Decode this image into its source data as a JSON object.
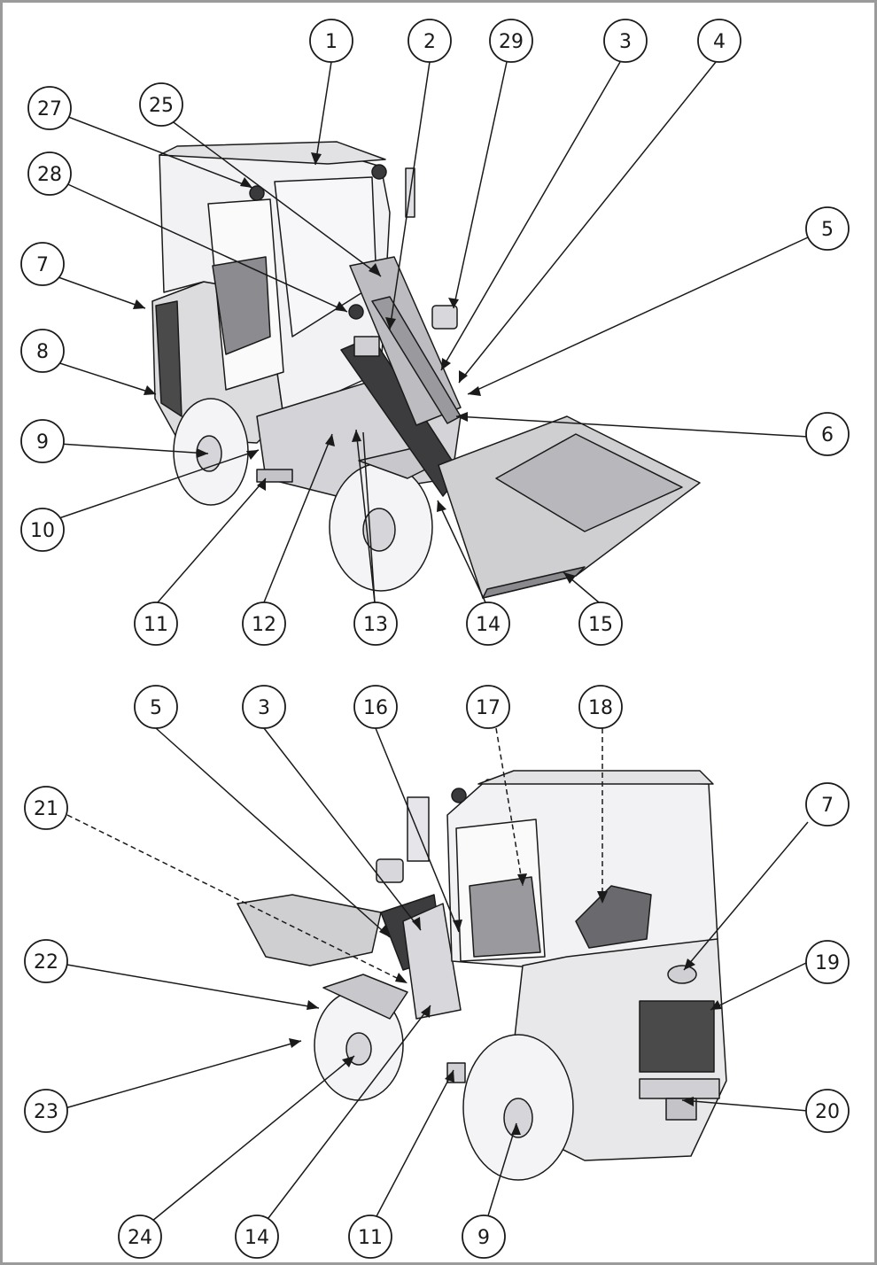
{
  "figure": {
    "frame_color": "#9a9a9a",
    "line_color": "#1a1a1a",
    "body_fill": "#e8e8ea",
    "dark_fill": "#4a4a4a",
    "bucket_fill": "#cfcfd2"
  },
  "callouts": {
    "c1": "1",
    "c2": "2",
    "c29": "29",
    "c3": "3",
    "c4": "4",
    "c27": "27",
    "c25": "25",
    "c28": "28",
    "c7": "7",
    "c5": "5",
    "c8": "8",
    "c9": "9",
    "c6": "6",
    "c10": "10",
    "c11": "11",
    "c12": "12",
    "c13": "13",
    "c14": "14",
    "c15": "15",
    "d5": "5",
    "d3": "3",
    "d16": "16",
    "d17": "17",
    "d18": "18",
    "d21": "21",
    "d7": "7",
    "d22": "22",
    "d19": "19",
    "d23": "23",
    "d20": "20",
    "d24": "24",
    "d14": "14",
    "d11": "11",
    "d9": "9"
  }
}
